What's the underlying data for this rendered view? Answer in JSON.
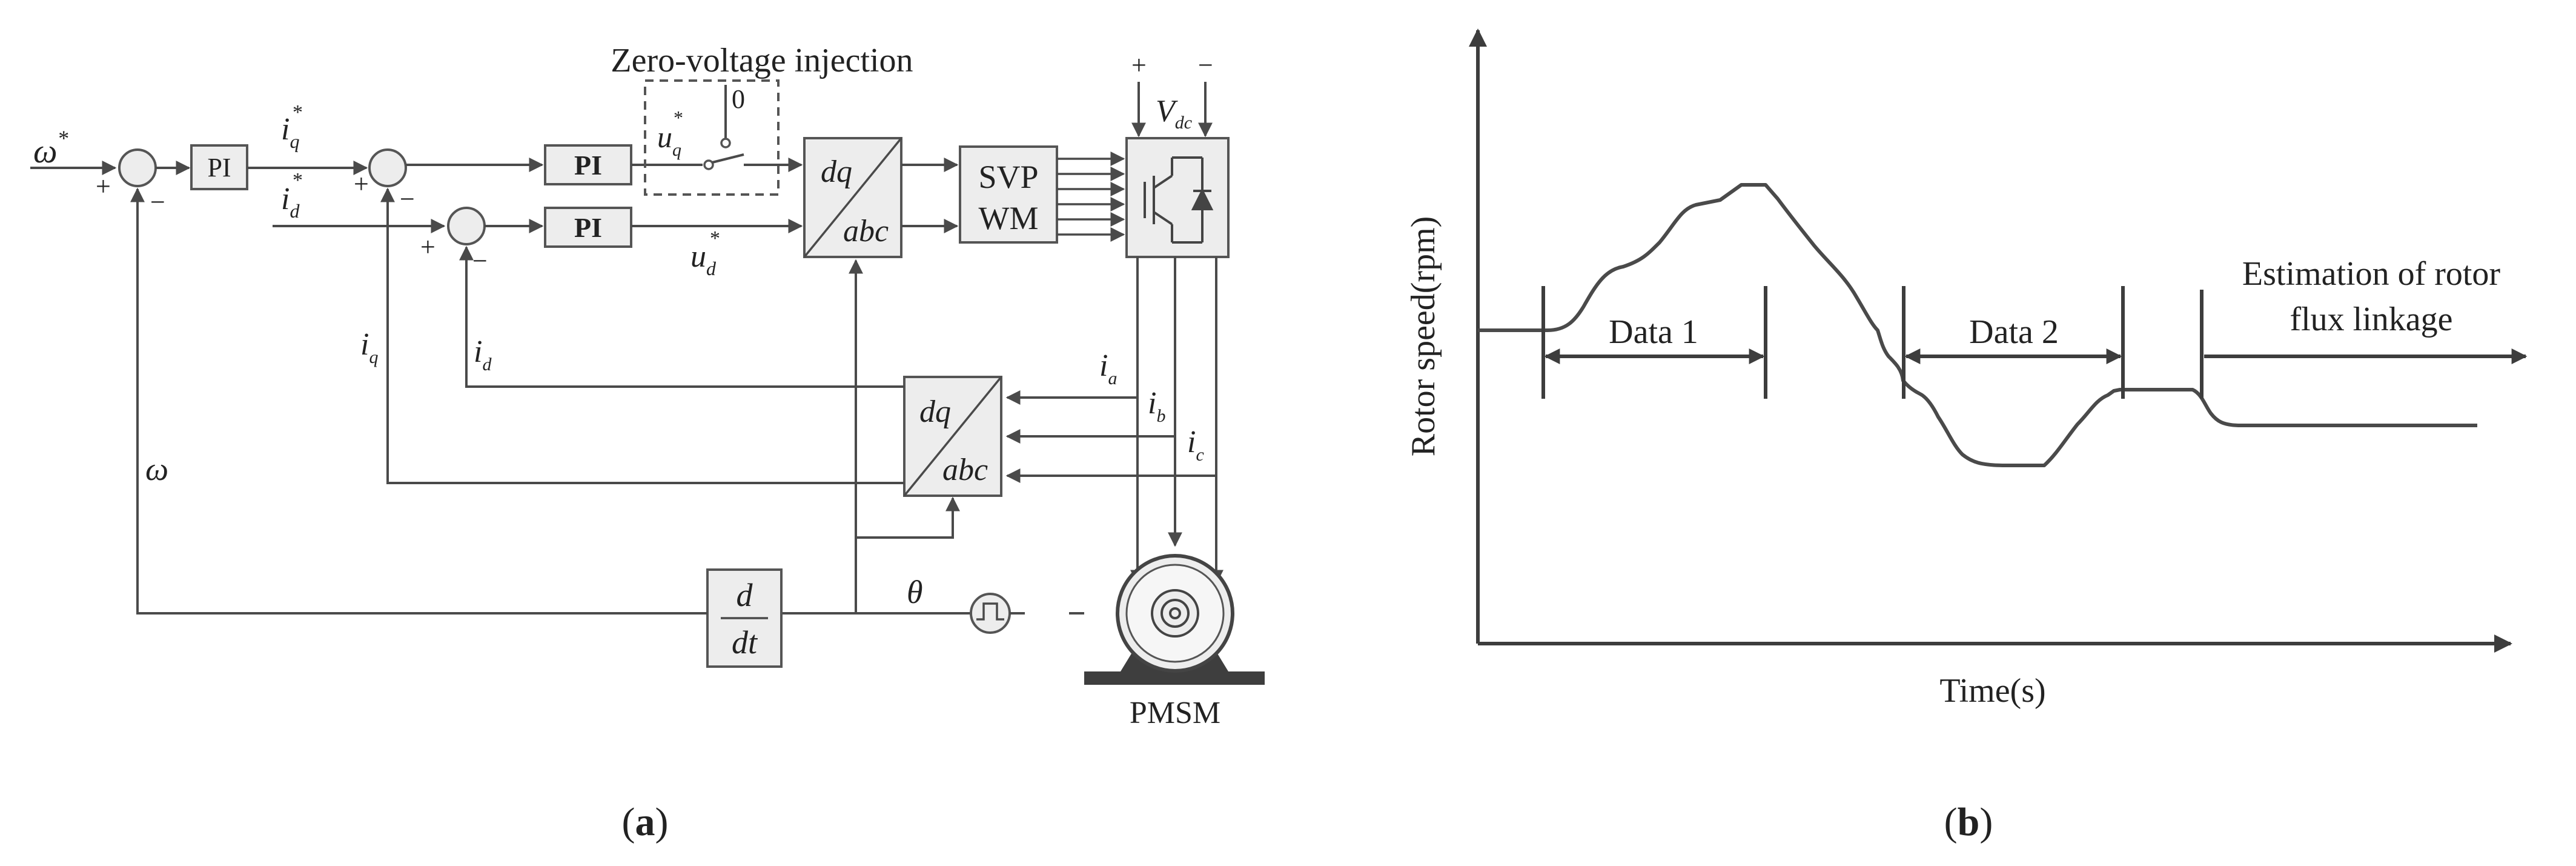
{
  "panel_a": {
    "caption_open": "(",
    "caption_letter": "a",
    "caption_close": ")",
    "title": "Zero-voltage injection",
    "omega_ref": "ω",
    "omega_ref_sup": "*",
    "pi_speed": "PI",
    "iq_ref": "i",
    "iq_ref_sub": "q",
    "iq_ref_sup": "*",
    "id_ref": "i",
    "id_ref_sub": "d",
    "id_ref_sup": "*",
    "pi_q": "PI",
    "pi_d": "PI",
    "uq_ref": "u",
    "uq_ref_sub": "q",
    "uq_ref_sup": "*",
    "ud_ref": "u",
    "ud_ref_sub": "d",
    "ud_ref_sup": "*",
    "zero": "0",
    "dq_top": "dq",
    "abc_top": "abc",
    "dq_bot": "dq",
    "abc_bot": "abc",
    "svpwm_1": "SVP",
    "svpwm_2": "WM",
    "vdc": "V",
    "vdc_sub": "dc",
    "plus_dc": "+",
    "minus_dc": "−",
    "iq_fb": "i",
    "iq_fb_sub": "q",
    "id_fb": "i",
    "id_fb_sub": "d",
    "omega_fb": "ω",
    "ia": "i",
    "ia_sub": "a",
    "ib": "i",
    "ib_sub": "b",
    "ic": "i",
    "ic_sub": "c",
    "theta": "θ",
    "deriv_num": "d",
    "deriv_den": "dt",
    "motor": "PMSM",
    "plus": "+",
    "minus": "−"
  },
  "panel_b": {
    "caption_open": "(",
    "caption_letter": "b",
    "caption_close": ")",
    "ylabel": "Rotor speed(rpm)",
    "xlabel": "Time(s)",
    "data1": "Data 1",
    "data2": "Data 2",
    "estimation_line1": "Estimation of rotor",
    "estimation_line2": "flux linkage"
  }
}
